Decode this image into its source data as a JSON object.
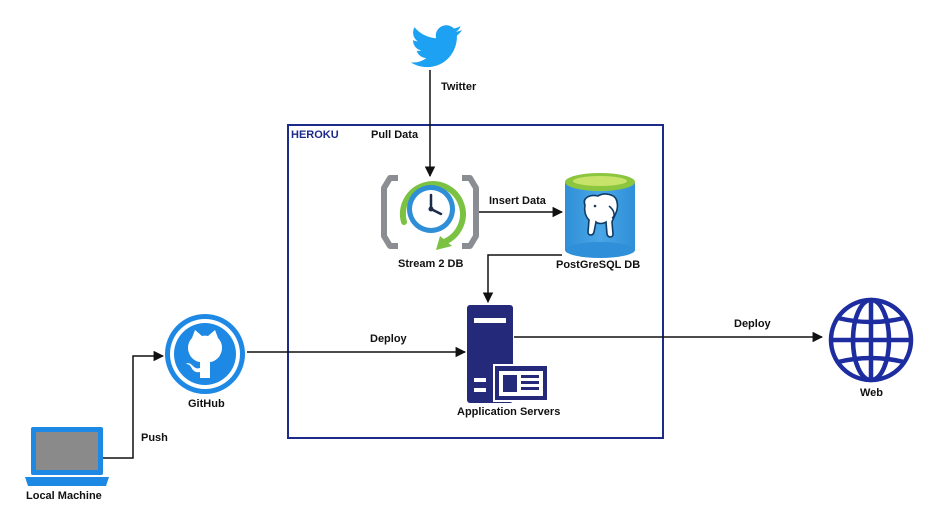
{
  "container": {
    "label": "HEROKU",
    "border_color": "#1c2a8a"
  },
  "nodes": {
    "twitter": {
      "label": "Twitter",
      "icon": "twitter-bird-icon",
      "color": "#1da1f2"
    },
    "stream": {
      "label": "Stream 2 DB",
      "icon": "scheduler-clock-icon"
    },
    "postgres": {
      "label": "PostGreSQL DB",
      "icon": "postgresql-database-icon"
    },
    "app_servers": {
      "label": "Application Servers",
      "icon": "server-icon",
      "color": "#25297a"
    },
    "github": {
      "label": "GitHub",
      "icon": "github-octocat-icon",
      "color": "#1e88e5"
    },
    "local": {
      "label": "Local Machine",
      "icon": "laptop-icon"
    },
    "web": {
      "label": "Web",
      "icon": "globe-icon",
      "color": "#1d2da0"
    }
  },
  "edges": {
    "pull_data": "Pull Data",
    "insert_data": "Insert Data",
    "deploy_internal": "Deploy",
    "deploy_web": "Deploy",
    "push": "Push"
  }
}
